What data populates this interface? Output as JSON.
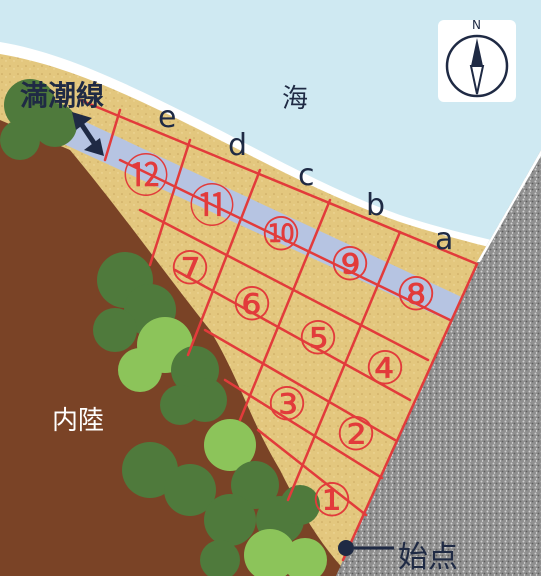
{
  "labels": {
    "sea": "海",
    "high_tide_line": "満潮線",
    "inland": "内陸",
    "start_point": "始点",
    "north": "N"
  },
  "columns": [
    "a",
    "b",
    "c",
    "d",
    "e"
  ],
  "quadrats": [
    "⑧",
    "⑨",
    "⑩",
    "⑪",
    "⑫",
    "④",
    "⑤",
    "⑥",
    "⑦",
    "①",
    "②",
    "③"
  ],
  "colors": {
    "sea": "#cfe9f2",
    "sand": "#e3c77e",
    "tide_band": "#b6c4e2",
    "grid": "#e23b3b",
    "soil": "#7a4326",
    "shrub_dark": "#4f7a3c",
    "shrub_light": "#8cc45a",
    "seawall": "#9a9a9a",
    "text": "#1f2a44"
  }
}
